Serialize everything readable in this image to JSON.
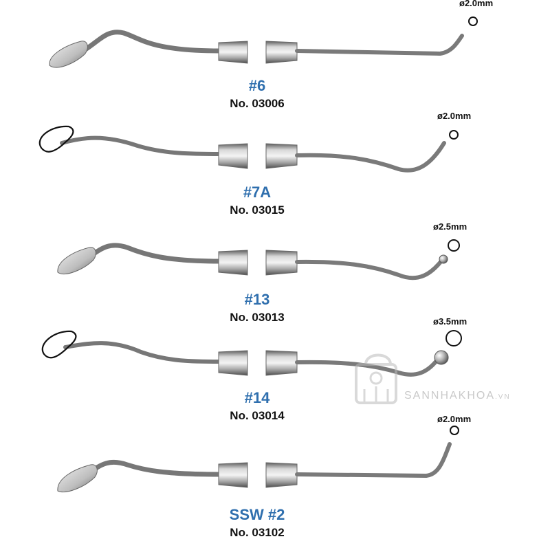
{
  "instruments": [
    {
      "model": "#6",
      "catalog_no": "No. 03006",
      "tip_diameter": "ø2.0mm",
      "handle_end": "spoon"
    },
    {
      "model": "#7A",
      "catalog_no": "No. 03015",
      "tip_diameter": "ø2.0mm",
      "handle_end": "loop"
    },
    {
      "model": "#13",
      "catalog_no": "No. 03013",
      "tip_diameter": "ø2.5mm",
      "handle_end": "spoon"
    },
    {
      "model": "#14",
      "catalog_no": "No. 03014",
      "tip_diameter": "ø3.5mm",
      "handle_end": "loop"
    },
    {
      "model": "SSW #2",
      "catalog_no": "No. 03102",
      "tip_diameter": "ø2.0mm",
      "handle_end": "spoon"
    }
  ],
  "watermark": {
    "brand": "SANNHAKHOA",
    "suffix": ".VN"
  },
  "colors": {
    "model_label": "#2f6fae",
    "text": "#111111",
    "steel": "#9a9a9a",
    "watermark": "#c9c9c9"
  }
}
